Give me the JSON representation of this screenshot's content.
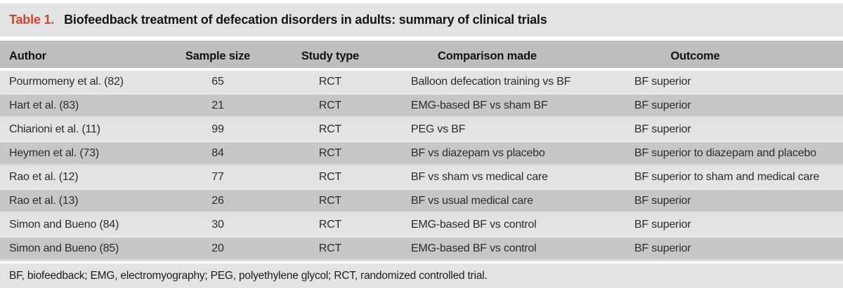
{
  "table": {
    "label": "Table 1.",
    "title": "Biofeedback treatment of defecation disorders in adults: summary of clinical trials",
    "columns": {
      "author": "Author",
      "sample_size": "Sample size",
      "study_type": "Study type",
      "comparison": "Comparison made",
      "outcome": "Outcome"
    },
    "rows": [
      {
        "author": "Pourmomeny et al. (82)",
        "sample_size": "65",
        "study_type": "RCT",
        "comparison": "Balloon defecation training vs BF",
        "outcome": "BF superior"
      },
      {
        "author": "Hart et al. (83)",
        "sample_size": "21",
        "study_type": "RCT",
        "comparison": "EMG-based BF vs sham BF",
        "outcome": "BF superior"
      },
      {
        "author": "Chiarioni et al. (11)",
        "sample_size": "99",
        "study_type": "RCT",
        "comparison": "PEG vs BF",
        "outcome": "BF superior"
      },
      {
        "author": "Heymen et al. (73)",
        "sample_size": "84",
        "study_type": "RCT",
        "comparison": "BF vs diazepam vs placebo",
        "outcome": "BF superior to diazepam and placebo"
      },
      {
        "author": "Rao et al. (12)",
        "sample_size": "77",
        "study_type": "RCT",
        "comparison": "BF vs sham vs medical care",
        "outcome": "BF superior to sham and medical care"
      },
      {
        "author": "Rao et al. (13)",
        "sample_size": "26",
        "study_type": "RCT",
        "comparison": "BF vs usual medical care",
        "outcome": "BF superior"
      },
      {
        "author": "Simon and Bueno (84)",
        "sample_size": "30",
        "study_type": "RCT",
        "comparison": "EMG-based BF vs control",
        "outcome": "BF superior"
      },
      {
        "author": "Simon and Bueno (85)",
        "sample_size": "20",
        "study_type": "RCT",
        "comparison": "EMG-based BF vs control",
        "outcome": "BF superior"
      }
    ],
    "footnote": "BF, biofeedback; EMG, electromyography; PEG, polyethylene glycol; RCT, randomized controlled trial.",
    "colors": {
      "label_red": "#d0432f",
      "title_band_bg": "#e2e3e4",
      "header_bg": "#bcbec0",
      "row_light": "#e1e3e4",
      "row_dark": "#c5c7c9",
      "footnote_bg": "#e2e3e4"
    }
  }
}
